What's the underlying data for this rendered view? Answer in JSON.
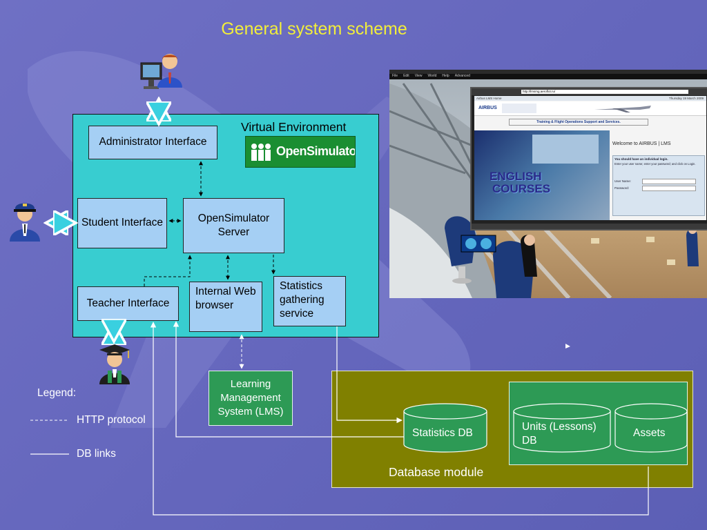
{
  "title": "General system scheme",
  "virtual_environment": {
    "label": "Virtual Environment",
    "logo_text": "OpenSimulator"
  },
  "boxes": {
    "admin_interface": "Administrator Interface",
    "student_interface": "Student Interface",
    "opensim_server": "OpenSimulator Server",
    "teacher_interface": "Teacher Interface",
    "internal_browser": "Internal Web browser",
    "statistics_service": "Statistics gathering service",
    "lms": "Learning Management System (LMS)"
  },
  "database_module": {
    "label": "Database module",
    "statistics_db": "Statistics DB",
    "units_db": "Units (Lessons) DB",
    "assets": "Assets"
  },
  "legend": {
    "title": "Legend:",
    "http": "HTTP protocol",
    "db": "DB links"
  },
  "screenshot": {
    "menu": [
      "File",
      "Edit",
      "View",
      "World",
      "Help",
      "Advanced"
    ],
    "url": "http://lmsmg.aeroflot.ru/",
    "lms_home": "Airbus LMS Home",
    "date": "Thursday 19 March 2009",
    "airbus": "AIRBUS",
    "banner": "Training & Flight Operations Support and Services.",
    "welcome": "Welcome to AIRBUS | LMS",
    "courses_line1": "ENGLISH",
    "courses_line2": "COURSES",
    "login_hint": "You should have an individual login.",
    "login_detail": "Enter your user name; enter your password; and click on Login.",
    "user_label": "User Name:",
    "pass_label": "Password:"
  },
  "colors": {
    "background": "#6567bd",
    "title": "#f2ee3a",
    "virtual_env": "#38cdd0",
    "component": "#a5cff4",
    "green": "#2d9a55",
    "olive": "#808000"
  }
}
